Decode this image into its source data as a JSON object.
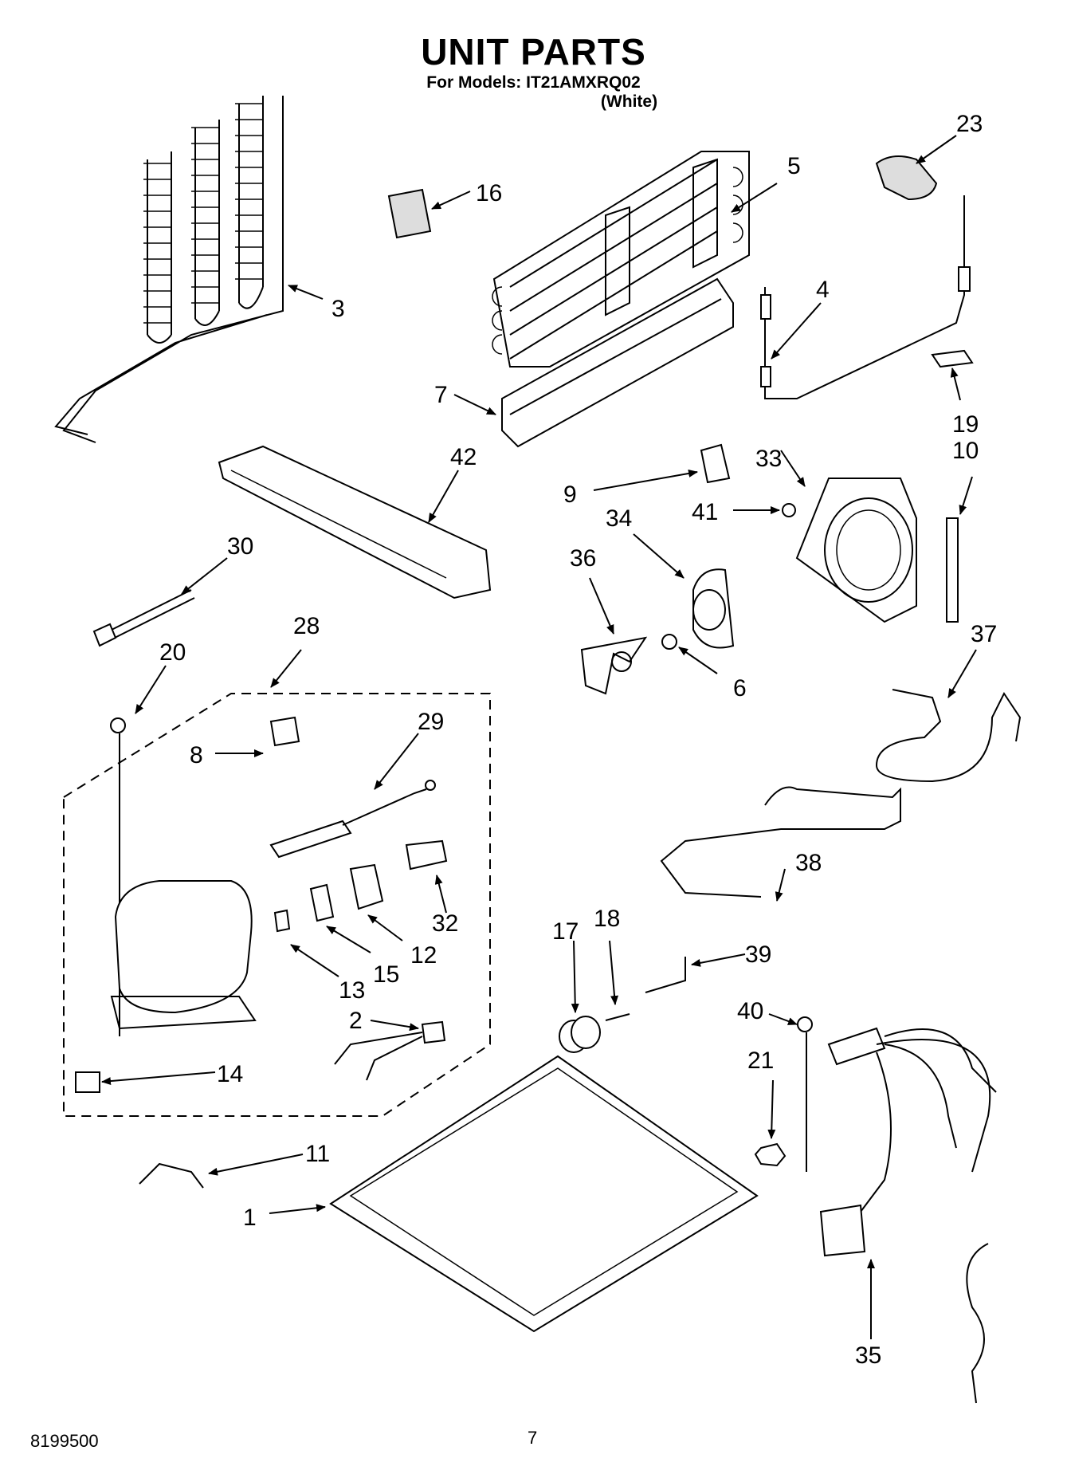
{
  "header": {
    "title": "UNIT PARTS",
    "models_line": "For Models: IT21AMXRQ02",
    "color_line": "(White)"
  },
  "footer": {
    "doc_number": "8199500",
    "page_number": "7"
  },
  "callouts": [
    "1",
    "2",
    "3",
    "4",
    "5",
    "6",
    "7",
    "8",
    "9",
    "10",
    "11",
    "12",
    "13",
    "14",
    "15",
    "16",
    "17",
    "18",
    "19",
    "20",
    "21",
    "23",
    "28",
    "29",
    "30",
    "32",
    "33",
    "34",
    "35",
    "36",
    "37",
    "38",
    "39",
    "40",
    "41",
    "42"
  ]
}
